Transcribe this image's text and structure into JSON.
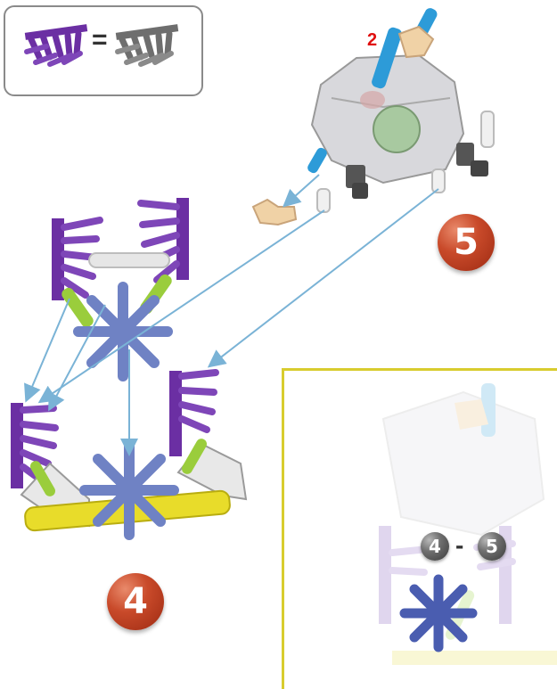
{
  "legend": {
    "equals": "=",
    "from_part": "purple-connector-icon",
    "to_part": "gray-connector-icon"
  },
  "part_quantity": "2",
  "steps": {
    "current": "5",
    "previous": "4"
  },
  "preview": {
    "from": "4",
    "separator": "-",
    "to": "5"
  },
  "colors": {
    "purple_part": "#6b2fa3",
    "blue_part": "#6f82c4",
    "green_part": "#9acd3c",
    "yellow_rod": "#e8dc2a",
    "white_rod": "#e6e6e6",
    "tan_clip": "#f0d2a6",
    "cyan_rod": "#2d9bd8",
    "arrow": "#7ab3d6",
    "step_badge": "#c1431f",
    "quantity_text": "#e01010",
    "preview_border": "#d8cc2e"
  }
}
